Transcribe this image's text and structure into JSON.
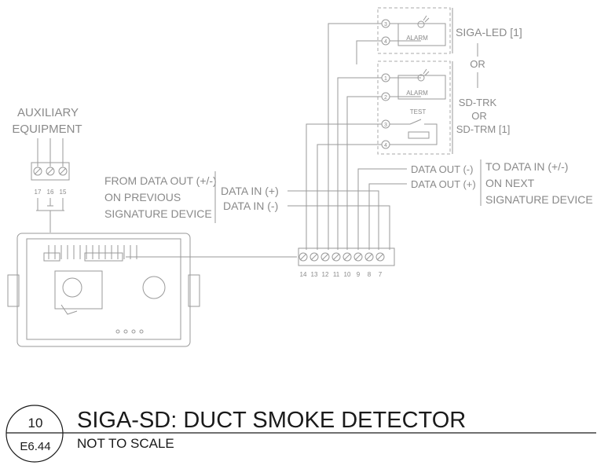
{
  "devices": {
    "siga_led": {
      "label": "SIGA-LED [1]",
      "alarm_label": "ALARM",
      "terminals": [
        "3",
        "4"
      ]
    },
    "or_label": "OR",
    "sd_trk": {
      "label_line1": "SD-TRK",
      "label_line2": "OR",
      "label_line3": "SD-TRM [1]",
      "alarm_label": "ALARM",
      "test_label": "TEST",
      "terminals": [
        "1",
        "2",
        "3",
        "4"
      ]
    }
  },
  "auxiliary": {
    "label_line1": "AUXILIARY",
    "label_line2": "EQUIPMENT",
    "terminals": [
      "17",
      "16",
      "15"
    ]
  },
  "data_in_source": {
    "line1": "FROM DATA OUT (+/-)",
    "line2": "ON PREVIOUS",
    "line3": "SIGNATURE DEVICE"
  },
  "data_in": {
    "plus": "DATA IN (+)",
    "minus": "DATA IN (-)"
  },
  "data_out": {
    "minus": "DATA OUT (-)",
    "plus": "DATA OUT (+)"
  },
  "data_out_dest": {
    "line1": "TO DATA IN (+/-)",
    "line2": "ON NEXT",
    "line3": "SIGNATURE DEVICE"
  },
  "terminal_block": [
    "14",
    "13",
    "12",
    "11",
    "10",
    "9",
    "8",
    "7"
  ],
  "title_block": {
    "detail_number": "10",
    "sheet": "E6.44",
    "title": "SIGA-SD: DUCT SMOKE DETECTOR",
    "scale": "NOT TO SCALE"
  }
}
